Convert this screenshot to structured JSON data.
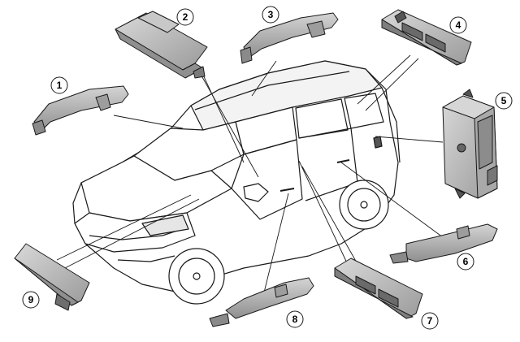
{
  "diagram": {
    "callouts": [
      {
        "id": "callout-1",
        "number": "1"
      },
      {
        "id": "callout-2",
        "number": "2"
      },
      {
        "id": "callout-3",
        "number": "3"
      },
      {
        "id": "callout-4",
        "number": "4"
      },
      {
        "id": "callout-5",
        "number": "5"
      },
      {
        "id": "callout-6",
        "number": "6"
      },
      {
        "id": "callout-7",
        "number": "7"
      },
      {
        "id": "callout-8",
        "number": "8"
      },
      {
        "id": "callout-9",
        "number": "9"
      }
    ],
    "colors": {
      "stroke": "#1a1a1a",
      "part_fill": "#b8b8b8",
      "part_dark": "#8a8a8a",
      "car_fill": "#ffffff",
      "badge_fill": "#ffffff"
    }
  }
}
